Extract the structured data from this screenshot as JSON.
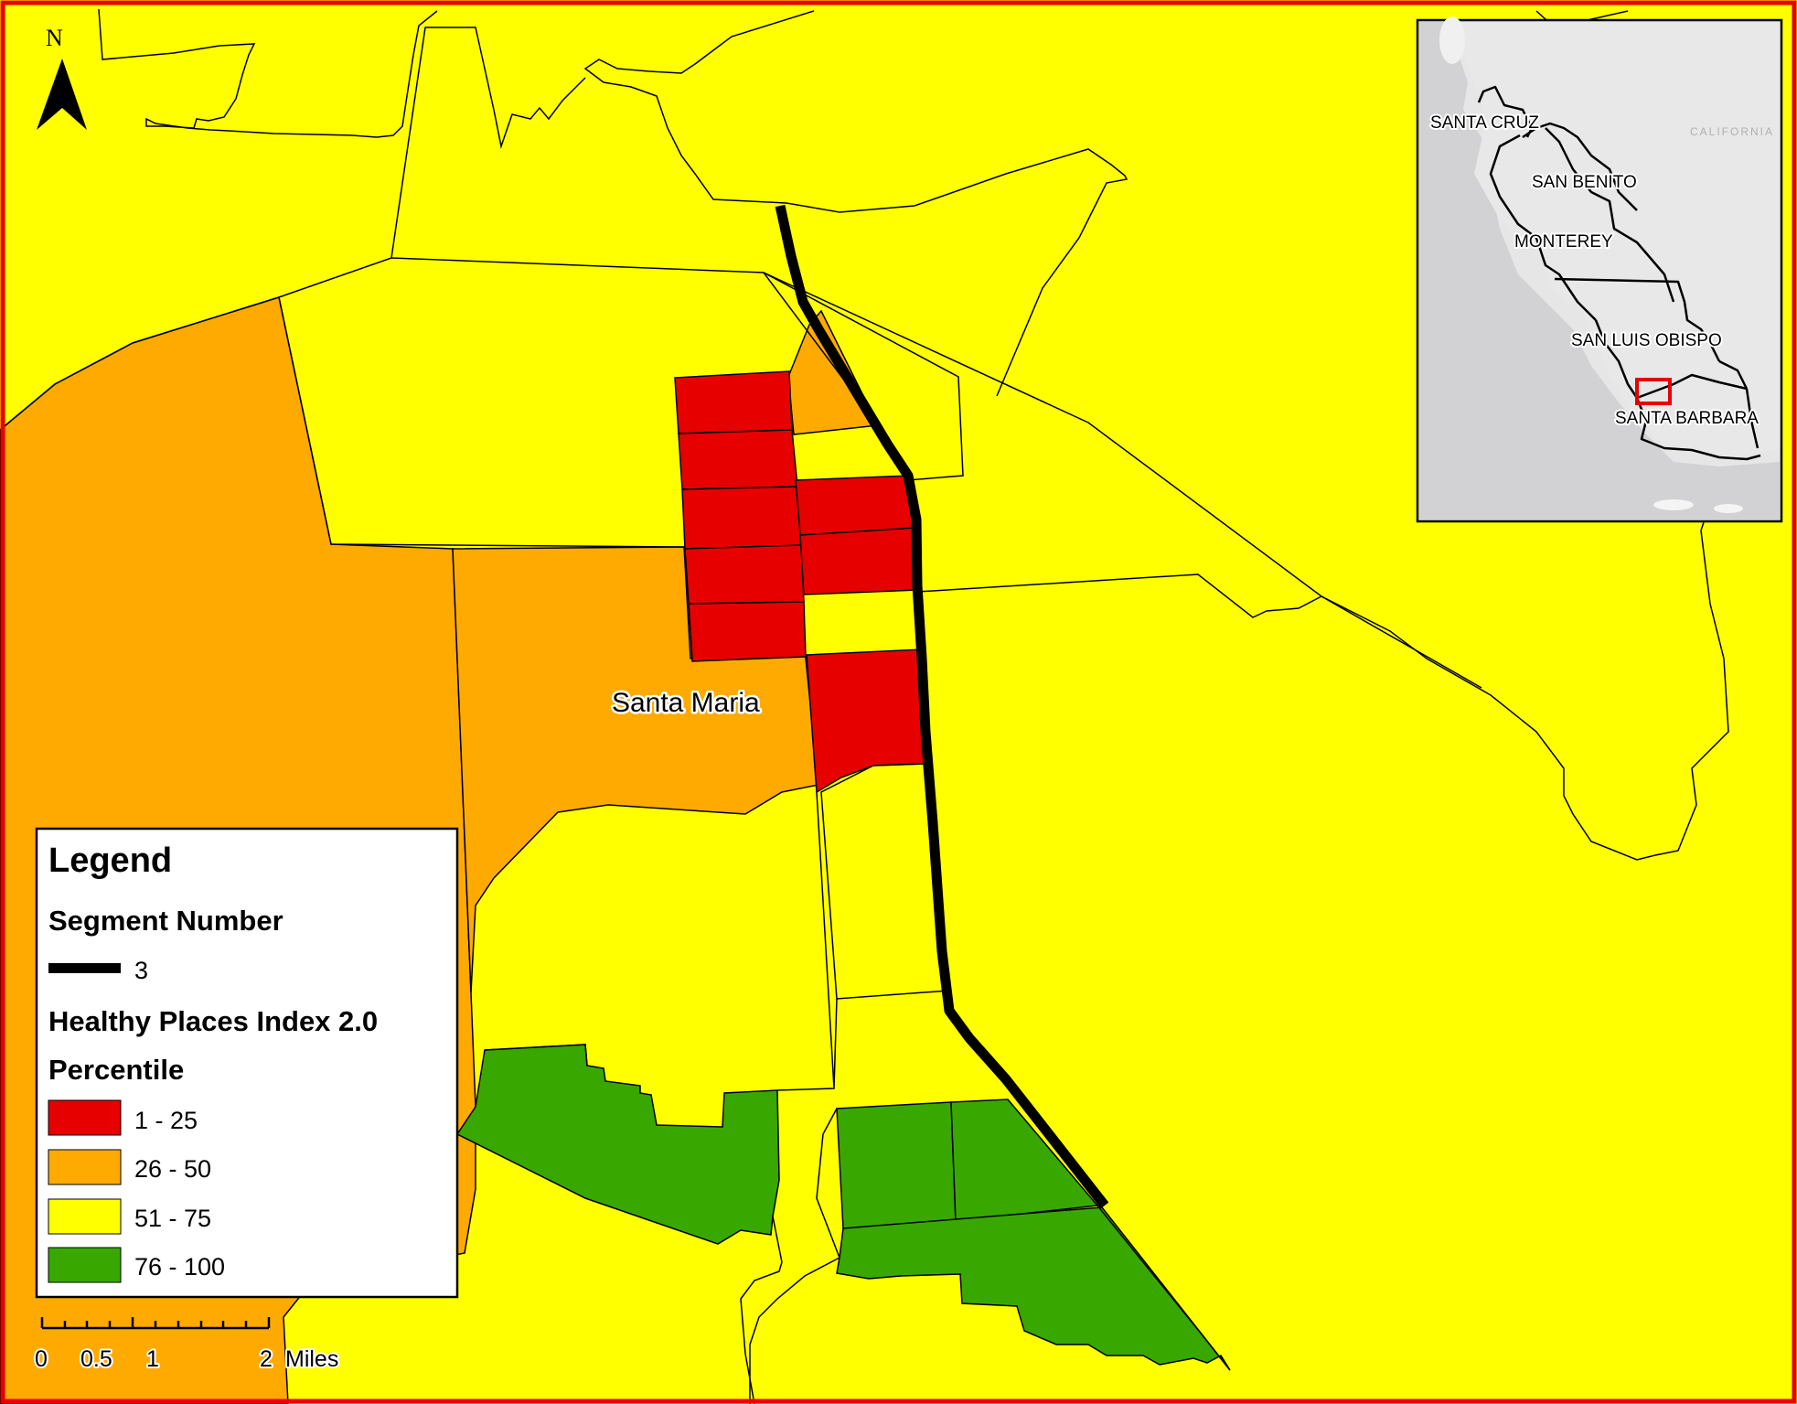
{
  "map": {
    "city_label": "Santa Maria",
    "colors": {
      "p1_25": "#e60000",
      "p26_50": "#ffaa00",
      "p51_75": "#ffff00",
      "p76_100": "#38a800",
      "segment": "#000000",
      "frame": "#e60000"
    }
  },
  "legend": {
    "title": "Legend",
    "segment_heading": "Segment Number",
    "segment_value": "3",
    "index_heading": "Healthy Places Index 2.0",
    "percentile_heading": "Percentile",
    "classes": [
      {
        "label": "1 - 25",
        "color": "#e60000"
      },
      {
        "label": "26 - 50",
        "color": "#ffaa00"
      },
      {
        "label": "51 - 75",
        "color": "#ffff00"
      },
      {
        "label": "76 - 100",
        "color": "#38a800"
      }
    ]
  },
  "north_arrow": {
    "label": "N"
  },
  "scale_bar": {
    "labels": [
      "0",
      "0.5",
      "1",
      "2"
    ],
    "unit": "Miles"
  },
  "inset": {
    "state_label": "CALIFORNIA",
    "counties": [
      "SANTA CRUZ",
      "SAN BENITO",
      "MONTEREY",
      "SAN LUIS OBISPO",
      "SANTA BARBARA"
    ]
  }
}
